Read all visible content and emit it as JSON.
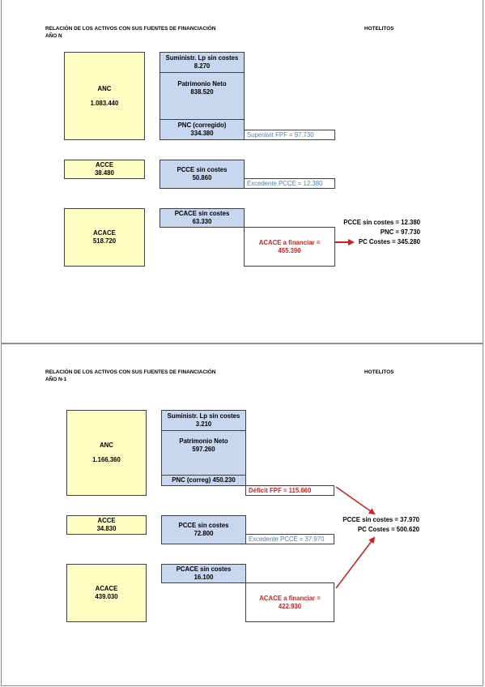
{
  "page1": {
    "title_line1": "RELACIÓN DE LOS ACTIVOS CON SUS FUENTES DE FINANCIACIÓN",
    "title_line2": "AÑO N",
    "company": "HOTELITOS",
    "anc_label": "ANC",
    "anc_value": "1.083.440",
    "acce_label": "ACCE",
    "acce_value": "38.480",
    "acace_label": "ACACE",
    "acace_value": "518.720",
    "suministr_label": "Suministr. Lp sin costes",
    "suministr_value": "8.270",
    "patrimonio_label": "Patrimonio Neto",
    "patrimonio_value": "838.520",
    "pnc_label": "PNC (corregido)",
    "pnc_value": "334.380",
    "fpf_note": "Superávit FPF = 97.730",
    "pcce_label": "PCCE sin costes",
    "pcce_value": "50.860",
    "pcce_note": "Excedente PCCE = 12.380",
    "pcace_label": "PCACE sin costes",
    "pcace_value": "63.330",
    "financiar_label": "ACACE a financiar =",
    "financiar_value": "455.390",
    "side_line1": "PCCE sin costes = 12.380",
    "side_line2": "PNC = 97.730",
    "side_line3": "PC Costes = 345.280"
  },
  "page2": {
    "title_line1": "RELACIÓN DE LOS ACTIVOS CON SUS FUENTES DE FINANCIACIÓN",
    "title_line2": "AÑO N-1",
    "company": "HOTELITOS",
    "anc_label": "ANC",
    "anc_value": "1.166.360",
    "acce_label": "ACCE",
    "acce_value": "34.830",
    "acace_label": "ACACE",
    "acace_value": "439.030",
    "suministr_label": "Suministr. Lp sin costes",
    "suministr_value": "3.210",
    "patrimonio_label": "Patrimonio Neto",
    "patrimonio_value": "597.260",
    "pnc_label": "PNC (correg) 450.230",
    "fpf_note": "Déficit FPF = 115.660",
    "pcce_label": "PCCE sin costes",
    "pcce_value": "72.800",
    "pcce_note": "Excedente PCCE = 37.970",
    "pcace_label": "PCACE sin costes",
    "pcace_value": "16.100",
    "financiar_label": "ACACE a financiar =",
    "financiar_value": "422.930",
    "side_line1": "PCCE sin costes = 37.970",
    "side_line2": "PC Costes = 500.620"
  },
  "colors": {
    "asset_fill": "#ffffc4",
    "source_fill": "#c6d7ef",
    "excedente_text": "#4a7fc1",
    "deficit_red": "#d22020"
  }
}
